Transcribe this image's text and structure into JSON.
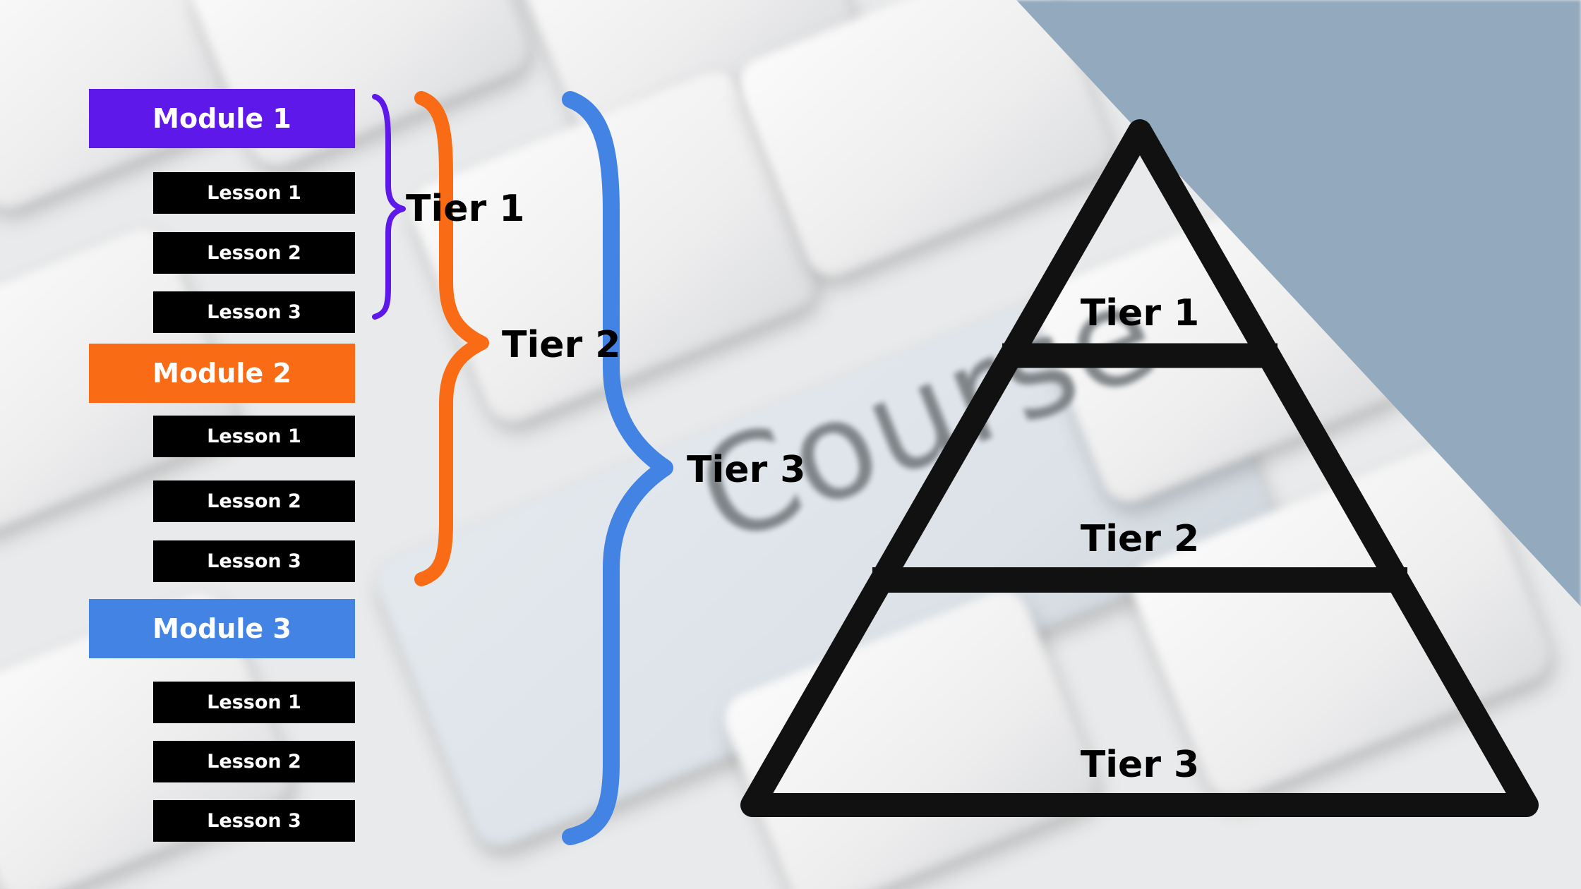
{
  "colors": {
    "module_1": "#5e18ea",
    "module_2": "#f96b14",
    "module_3": "#4283e3",
    "lesson_bg": "#000000",
    "pyramid_stroke": "#111111",
    "tier_1_brace": "#5e18ea",
    "tier_2_brace": "#f96b14",
    "tier_3_brace": "#4283e3"
  },
  "background": {
    "word": "Course"
  },
  "modules": [
    {
      "label": "Module 1",
      "lessons": [
        "Lesson 1",
        "Lesson 2",
        "Lesson 3"
      ]
    },
    {
      "label": "Module 2",
      "lessons": [
        "Lesson 1",
        "Lesson 2",
        "Lesson 3"
      ]
    },
    {
      "label": "Module 3",
      "lessons": [
        "Lesson 1",
        "Lesson 2",
        "Lesson 3"
      ]
    }
  ],
  "braces": [
    {
      "label": "Tier 1",
      "spans": "Module 1"
    },
    {
      "label": "Tier 2",
      "spans": "Module 1 - Module 2"
    },
    {
      "label": "Tier 3",
      "spans": "Module 1 - Module 3"
    }
  ],
  "pyramid": {
    "levels": [
      {
        "label": "Tier 1"
      },
      {
        "label": "Tier 2"
      },
      {
        "label": "Tier 3"
      }
    ]
  }
}
